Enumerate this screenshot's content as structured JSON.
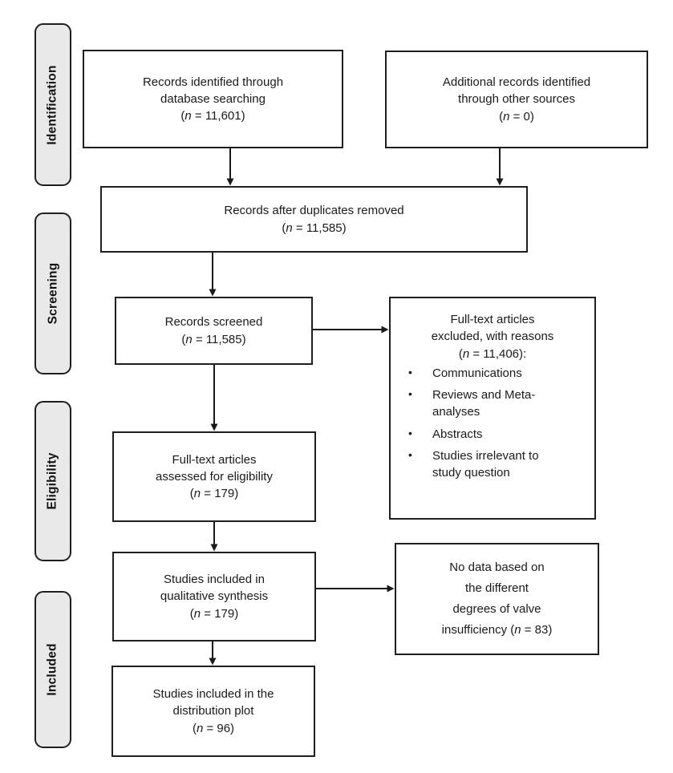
{
  "figure": {
    "type": "PRISMA flow diagram"
  },
  "common": {
    "paren_open": "(",
    "n_symbol": "n",
    "bullet": "•"
  },
  "stages": [
    {
      "label": "Identification"
    },
    {
      "label": "Screening"
    },
    {
      "label": "Eligibility"
    },
    {
      "label": "Included"
    }
  ],
  "boxes": {
    "identified": {
      "text": "Records identified through\ndatabase searching",
      "n_suffix": " = 11,601)"
    },
    "additional": {
      "text": "Additional records identified\nthrough other sources",
      "n_suffix": " = 0)"
    },
    "duplicates": {
      "text": "Records after duplicates removed",
      "n_suffix": " = 11,585)"
    },
    "screened": {
      "text": "Records screened",
      "n_suffix": " = 11,585)"
    },
    "excluded": {
      "text": "Full-text articles\nexcluded, with reasons",
      "n_suffix": " = 11,406):",
      "bullets": [
        "Communications",
        "Reviews and Meta-\nanalyses",
        "Abstracts",
        "Studies irrelevant to\nstudy question"
      ]
    },
    "assessed": {
      "text": "Full-text articles\nassessed for eligibility",
      "n_suffix": " = 179)"
    },
    "qualitative": {
      "text": "Studies included in\nqualitative synthesis",
      "n_suffix": " = 179)"
    },
    "nodata": {
      "text": "No data based on\nthe different\ndegrees of valve",
      "last_line_prefix": "insufficiency (",
      "n_suffix": " = 83)"
    },
    "distribution": {
      "text": "Studies included in the\ndistribution plot",
      "n_suffix": " = 96)"
    }
  }
}
